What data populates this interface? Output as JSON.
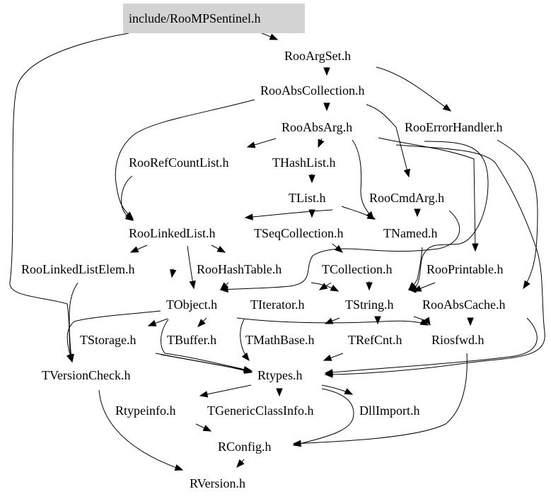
{
  "title": "include/RooMPSentinel.h",
  "colors": {
    "root_fill": "#d3d3d3",
    "edge": "#000000",
    "text": "#000000",
    "background": "#ffffff"
  },
  "nodes": [
    {
      "id": "root",
      "label": "include/RooMPSentinel.h",
      "root": true
    },
    {
      "id": "RooArgSet",
      "label": "RooArgSet.h"
    },
    {
      "id": "RooAbsCollection",
      "label": "RooAbsCollection.h"
    },
    {
      "id": "RooAbsArg",
      "label": "RooAbsArg.h"
    },
    {
      "id": "RooErrorHandler",
      "label": "RooErrorHandler.h"
    },
    {
      "id": "RooRefCountList",
      "label": "RooRefCountList.h"
    },
    {
      "id": "THashList",
      "label": "THashList.h"
    },
    {
      "id": "TList",
      "label": "TList.h"
    },
    {
      "id": "RooCmdArg",
      "label": "RooCmdArg.h"
    },
    {
      "id": "RooLinkedList",
      "label": "RooLinkedList.h"
    },
    {
      "id": "TSeqCollection",
      "label": "TSeqCollection.h"
    },
    {
      "id": "TNamed",
      "label": "TNamed.h"
    },
    {
      "id": "RooLinkedListElem",
      "label": "RooLinkedListElem.h"
    },
    {
      "id": "RooHashTable",
      "label": "RooHashTable.h"
    },
    {
      "id": "TCollection",
      "label": "TCollection.h"
    },
    {
      "id": "RooPrintable",
      "label": "RooPrintable.h"
    },
    {
      "id": "TObject",
      "label": "TObject.h"
    },
    {
      "id": "TIterator",
      "label": "TIterator.h"
    },
    {
      "id": "TString",
      "label": "TString.h"
    },
    {
      "id": "RooAbsCache",
      "label": "RooAbsCache.h"
    },
    {
      "id": "TStorage",
      "label": "TStorage.h"
    },
    {
      "id": "TBuffer",
      "label": "TBuffer.h"
    },
    {
      "id": "TMathBase",
      "label": "TMathBase.h"
    },
    {
      "id": "TRefCnt",
      "label": "TRefCnt.h"
    },
    {
      "id": "Riosfwd",
      "label": "Riosfwd.h"
    },
    {
      "id": "TVersionCheck",
      "label": "TVersionCheck.h"
    },
    {
      "id": "Rtypes",
      "label": "Rtypes.h"
    },
    {
      "id": "Rtypeinfo",
      "label": "Rtypeinfo.h"
    },
    {
      "id": "TGenericClassInfo",
      "label": "TGenericClassInfo.h"
    },
    {
      "id": "DllImport",
      "label": "DllImport.h"
    },
    {
      "id": "RConfig",
      "label": "RConfig.h"
    },
    {
      "id": "RVersion",
      "label": "RVersion.h"
    }
  ],
  "edges": [
    {
      "from": "root",
      "to": "RooArgSet"
    },
    {
      "from": "root",
      "to": "TVersionCheck"
    },
    {
      "from": "RooArgSet",
      "to": "RooAbsCollection"
    },
    {
      "from": "RooArgSet",
      "to": "RooErrorHandler"
    },
    {
      "from": "RooAbsCollection",
      "to": "RooAbsArg"
    },
    {
      "from": "RooAbsCollection",
      "to": "RooLinkedList"
    },
    {
      "from": "RooAbsCollection",
      "to": "RooCmdArg"
    },
    {
      "from": "RooAbsArg",
      "to": "RooRefCountList"
    },
    {
      "from": "RooAbsArg",
      "to": "THashList"
    },
    {
      "from": "RooAbsArg",
      "to": "TNamed"
    },
    {
      "from": "RooAbsArg",
      "to": "RooPrintable"
    },
    {
      "from": "RooAbsArg",
      "to": "Rtypes"
    },
    {
      "from": "RooAbsArg",
      "to": "TString"
    },
    {
      "from": "RooErrorHandler",
      "to": "RooAbsCache"
    },
    {
      "from": "RooRefCountList",
      "to": "RooLinkedList"
    },
    {
      "from": "THashList",
      "to": "TList"
    },
    {
      "from": "TList",
      "to": "TSeqCollection"
    },
    {
      "from": "TList",
      "to": "RooLinkedList"
    },
    {
      "from": "TList",
      "to": "TNamed"
    },
    {
      "from": "RooCmdArg",
      "to": "TNamed"
    },
    {
      "from": "RooCmdArg",
      "to": "TObject"
    },
    {
      "from": "RooLinkedList",
      "to": "RooLinkedListElem"
    },
    {
      "from": "RooLinkedList",
      "to": "RooHashTable"
    },
    {
      "from": "RooLinkedList",
      "to": "TObject"
    },
    {
      "from": "TSeqCollection",
      "to": "TCollection"
    },
    {
      "from": "TNamed",
      "to": "TString"
    },
    {
      "from": "RooLinkedListElem",
      "to": "TObject"
    },
    {
      "from": "RooLinkedListElem",
      "to": "TVersionCheck"
    },
    {
      "from": "RooHashTable",
      "to": "TObject"
    },
    {
      "from": "RooHashTable",
      "to": "TString"
    },
    {
      "from": "TCollection",
      "to": "TString"
    },
    {
      "from": "TCollection",
      "to": "TIterator"
    },
    {
      "from": "RooPrintable",
      "to": "TString"
    },
    {
      "from": "TObject",
      "to": "TStorage"
    },
    {
      "from": "TObject",
      "to": "TBuffer"
    },
    {
      "from": "TObject",
      "to": "TVersionCheck"
    },
    {
      "from": "TObject",
      "to": "Rtypes"
    },
    {
      "from": "TObject",
      "to": "Riosfwd"
    },
    {
      "from": "TString",
      "to": "TMathBase"
    },
    {
      "from": "TString",
      "to": "TRefCnt"
    },
    {
      "from": "TString",
      "to": "Riosfwd"
    },
    {
      "from": "RooAbsCache",
      "to": "Riosfwd"
    },
    {
      "from": "RooAbsCache",
      "to": "Rtypes"
    },
    {
      "from": "TStorage",
      "to": "Rtypes"
    },
    {
      "from": "TBuffer",
      "to": "Rtypes"
    },
    {
      "from": "TMathBase",
      "to": "Rtypes"
    },
    {
      "from": "TRefCnt",
      "to": "Rtypes"
    },
    {
      "from": "Riosfwd",
      "to": "RConfig"
    },
    {
      "from": "TVersionCheck",
      "to": "RVersion"
    },
    {
      "from": "Rtypes",
      "to": "Rtypeinfo"
    },
    {
      "from": "Rtypes",
      "to": "TGenericClassInfo"
    },
    {
      "from": "Rtypes",
      "to": "DllImport"
    },
    {
      "from": "Rtypes",
      "to": "RConfig"
    },
    {
      "from": "Rtypeinfo",
      "to": "RConfig"
    },
    {
      "from": "RConfig",
      "to": "RVersion"
    }
  ]
}
